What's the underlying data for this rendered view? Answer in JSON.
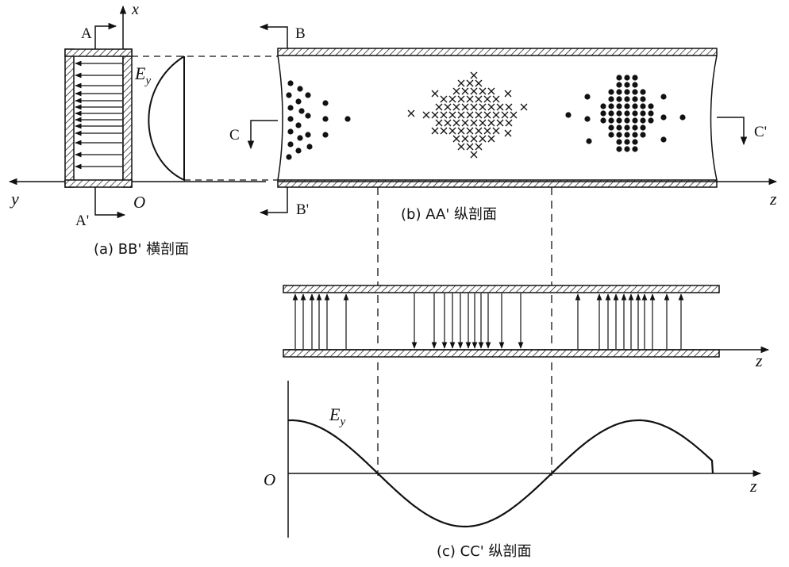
{
  "labels": {
    "x": "x",
    "y": "y",
    "O": "O",
    "A": "A",
    "A_prime": "A'",
    "B": "B",
    "B_prime": "B'",
    "C": "C",
    "C_prime": "C'",
    "Ey": "E",
    "Ey_sub": "y",
    "z": "z"
  },
  "captions": {
    "a": "(a) BB' 横剖面",
    "b": "(b) AA' 纵剖面",
    "c": "(c) CC' 纵剖面"
  },
  "colors": {
    "ink": "#111111",
    "background": "#ffffff"
  }
}
